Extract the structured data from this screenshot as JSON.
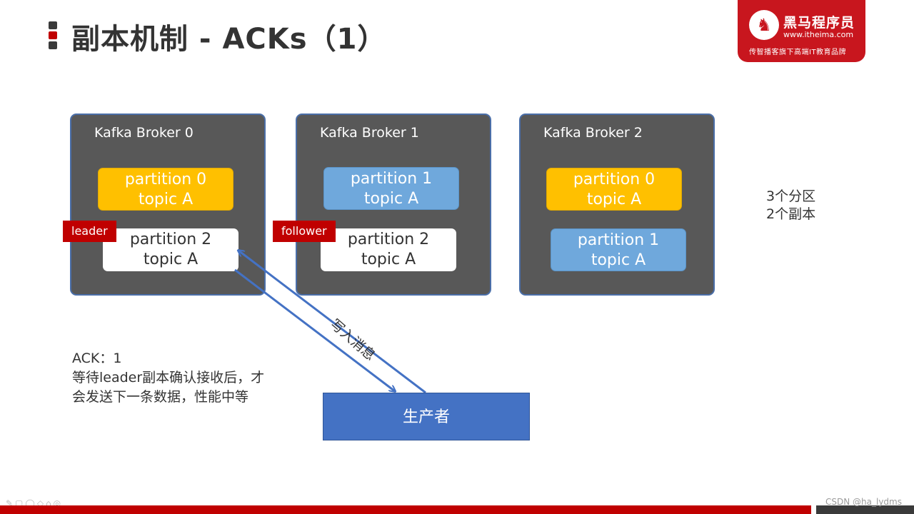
{
  "slide": {
    "title": "副本机制 - ACKs（1）",
    "brand": {
      "name": "黑马程序员",
      "url": "www.itheima.com",
      "slogan": "传智播客旗下高端IT教育品牌"
    }
  },
  "brokers": [
    {
      "name": "Kafka Broker 0",
      "partitions": [
        {
          "line1": "partition 0",
          "line2": "topic A",
          "color": "#ffc000"
        },
        {
          "line1": "partition 2",
          "line2": "topic A",
          "color": "#ffffff"
        }
      ],
      "tag": "leader"
    },
    {
      "name": "Kafka Broker 1",
      "partitions": [
        {
          "line1": "partition 1",
          "line2": "topic A",
          "color": "#6fa8dc"
        },
        {
          "line1": "partition 2",
          "line2": "topic A",
          "color": "#ffffff"
        }
      ],
      "tag": "follower"
    },
    {
      "name": "Kafka Broker 2",
      "partitions": [
        {
          "line1": "partition 0",
          "line2": "topic A",
          "color": "#ffc000"
        },
        {
          "line1": "partition 1",
          "line2": "topic A",
          "color": "#6fa8dc"
        }
      ]
    }
  ],
  "side_note": [
    "3个分区",
    "2个副本"
  ],
  "ack_note": [
    "ACK：1",
    "等待leader副本确认接收后，才",
    "会发送下一条数据，性能中等"
  ],
  "producer": "生产者",
  "arrow_label": "写入消息",
  "watermark": "CSDN @ha_lydms",
  "colors": {
    "accent": "#c00000",
    "broker_bg": "#585858",
    "producer": "#4472c4",
    "arrow": "#4472c4"
  }
}
